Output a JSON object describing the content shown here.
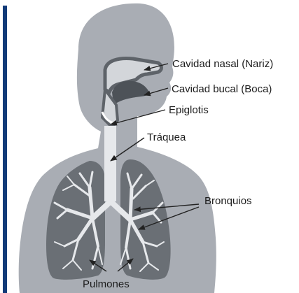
{
  "diagram": {
    "labels": {
      "nasal": "Cavidad nasal (Nariz)",
      "oral": "Cavidad bucal (Boca)",
      "epiglottis": "Epiglotis",
      "trachea": "Tráquea",
      "bronchi": "Bronquios",
      "lungs": "Pulmones"
    },
    "colors": {
      "accent_bar": "#123a78",
      "body_silhouette": "#a9adb4",
      "lung_fill": "#6a6f75",
      "airway_outline": "#5e6369",
      "airway_fill": "#d3d6da",
      "oral_cavity": "#4d5258",
      "tree": "#e6e8eb",
      "leader_line": "#222222"
    }
  }
}
